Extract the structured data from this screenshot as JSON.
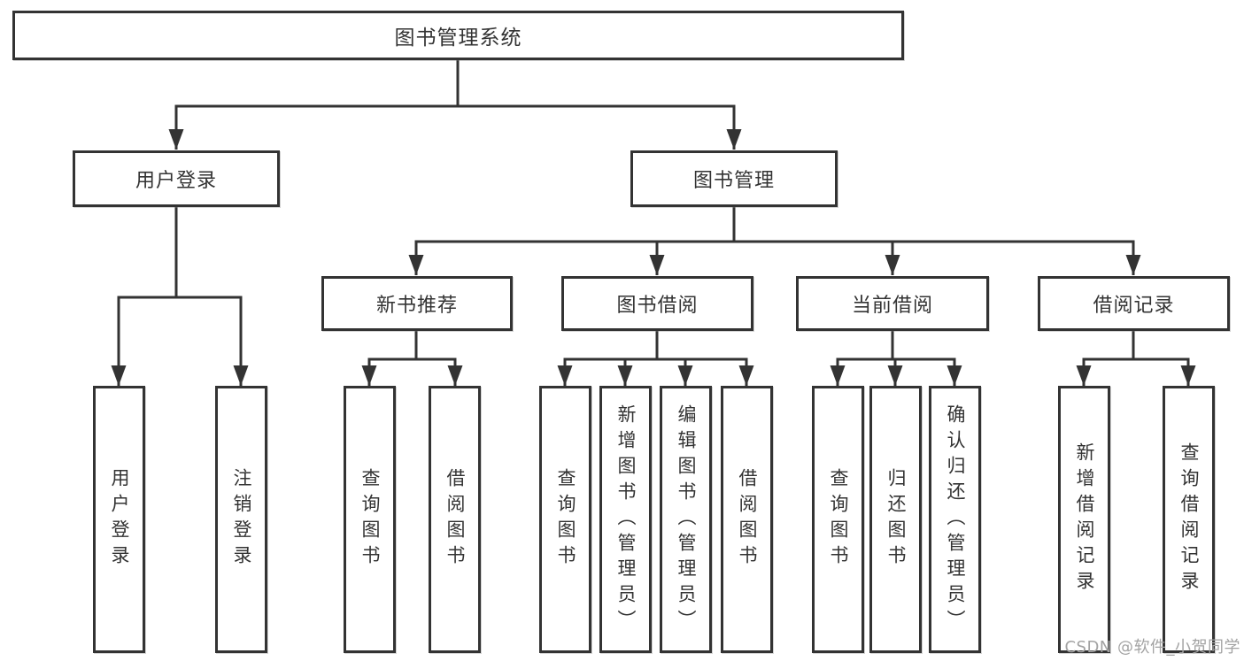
{
  "diagram": {
    "root": {
      "label": "图书管理系统"
    },
    "branches": [
      {
        "label": "用户登录",
        "children": [
          {
            "label": "用户登录"
          },
          {
            "label": "注销登录"
          }
        ]
      },
      {
        "label": "图书管理",
        "children": [
          {
            "label": "新书推荐",
            "children": [
              {
                "label": "查询图书"
              },
              {
                "label": "借阅图书"
              }
            ]
          },
          {
            "label": "图书借阅",
            "children": [
              {
                "label": "查询图书"
              },
              {
                "label": "新增图书（管理员）"
              },
              {
                "label": "编辑图书（管理员）"
              },
              {
                "label": "借阅图书"
              }
            ]
          },
          {
            "label": "当前借阅",
            "children": [
              {
                "label": "查询图书"
              },
              {
                "label": "归还图书"
              },
              {
                "label": "确认归还（管理员）"
              }
            ]
          },
          {
            "label": "借阅记录",
            "children": [
              {
                "label": "新增借阅记录"
              },
              {
                "label": "查询借阅记录"
              }
            ]
          }
        ]
      }
    ]
  },
  "watermark": {
    "text": "CSDN @软件_小贺同学"
  },
  "colors": {
    "line": "#333333",
    "border": "#333333",
    "text": "#333333",
    "watermark": "#a3a3a3",
    "background": "#ffffff"
  }
}
